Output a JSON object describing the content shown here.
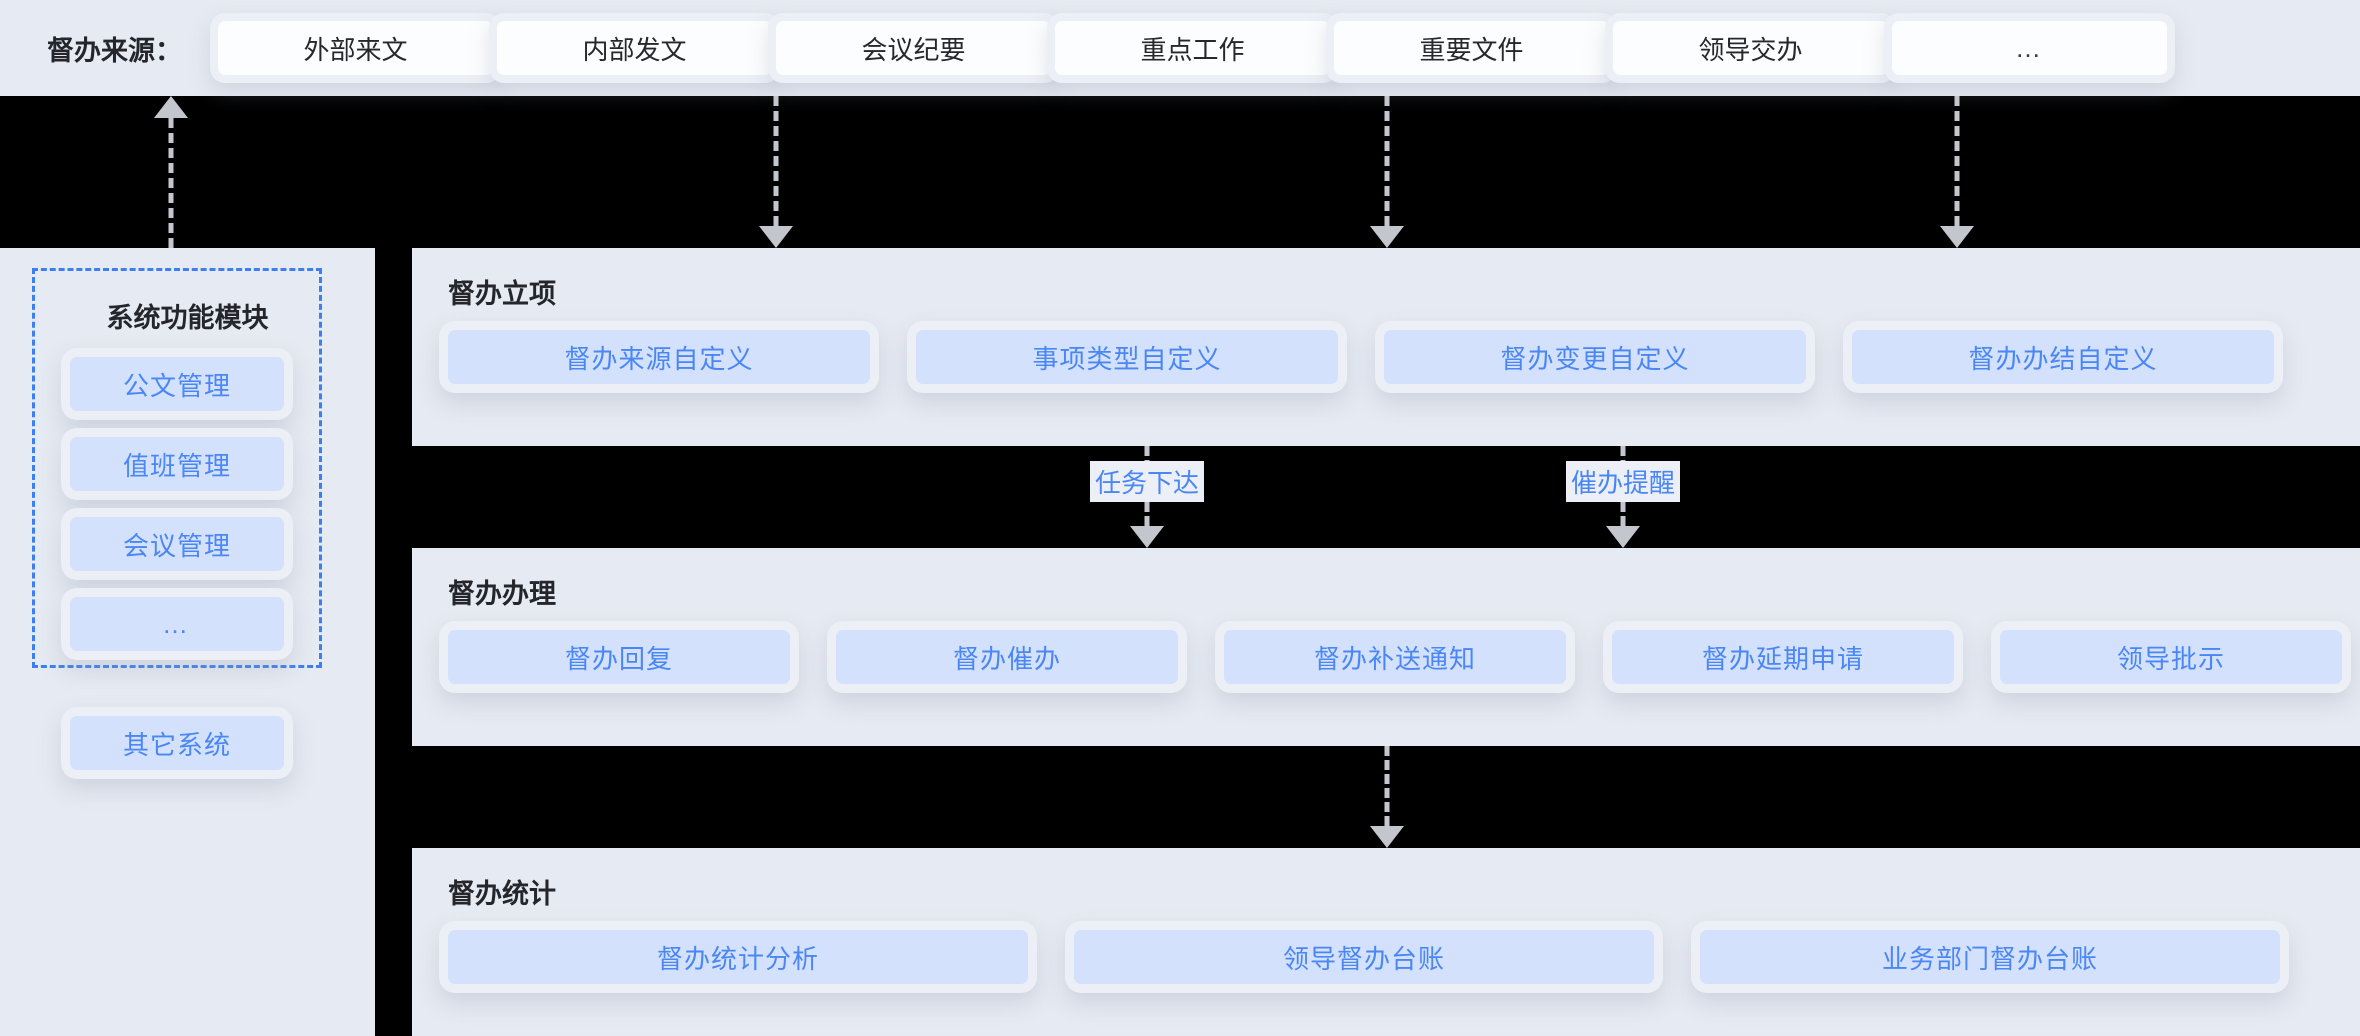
{
  "topbar": {
    "label": "督办来源：",
    "sources": [
      {
        "name": "source-external-doc",
        "label": "外部来文"
      },
      {
        "name": "source-internal-doc",
        "label": "内部发文"
      },
      {
        "name": "source-meeting-minutes",
        "label": "会议纪要"
      },
      {
        "name": "source-key-work",
        "label": "重点工作"
      },
      {
        "name": "source-important-file",
        "label": "重要文件"
      },
      {
        "name": "source-leader-assign",
        "label": "领导交办"
      },
      {
        "name": "source-more",
        "label": "…"
      }
    ]
  },
  "sidebar": {
    "title": "系统功能模块",
    "modules": [
      {
        "name": "module-document-management",
        "label": "公文管理"
      },
      {
        "name": "module-duty-management",
        "label": "值班管理"
      },
      {
        "name": "module-meeting-management",
        "label": "会议管理"
      },
      {
        "name": "module-more",
        "label": "…"
      }
    ],
    "external": {
      "name": "module-other-systems",
      "label": "其它系统"
    }
  },
  "panels": [
    {
      "name": "panel-supervision-setup",
      "title": "督办立项",
      "items": [
        {
          "name": "chip-source-custom",
          "label": "督办来源自定义"
        },
        {
          "name": "chip-item-type-custom",
          "label": "事项类型自定义"
        },
        {
          "name": "chip-change-custom",
          "label": "督办变更自定义"
        },
        {
          "name": "chip-closing-custom",
          "label": "督办办结自定义"
        }
      ]
    },
    {
      "name": "panel-supervision-handling",
      "title": "督办办理",
      "items": [
        {
          "name": "chip-reply",
          "label": "督办回复"
        },
        {
          "name": "chip-urge",
          "label": "督办催办"
        },
        {
          "name": "chip-supplementary-notice",
          "label": "督办补送通知"
        },
        {
          "name": "chip-extension-request",
          "label": "督办延期申请"
        },
        {
          "name": "chip-leader-instruction",
          "label": "领导批示"
        }
      ]
    },
    {
      "name": "panel-supervision-statistics",
      "title": "督办统计",
      "items": [
        {
          "name": "chip-statistics-analysis",
          "label": "督办统计分析"
        },
        {
          "name": "chip-leader-ledger",
          "label": "领导督办台账"
        },
        {
          "name": "chip-department-ledger",
          "label": "业务部门督办台账"
        }
      ]
    }
  ],
  "connector_labels": {
    "task_dispatch": "任务下达",
    "urge_reminder": "催办提醒"
  },
  "colors": {
    "panel_background": "#e6eaf2",
    "chip_fill": "#d3e1fc",
    "chip_text": "#4a87f5",
    "stage_background": "#000000",
    "dashed_border": "#3d7ff0",
    "arrow": "#c3c7cd",
    "source_chip_fill": "#fcfdfe"
  }
}
